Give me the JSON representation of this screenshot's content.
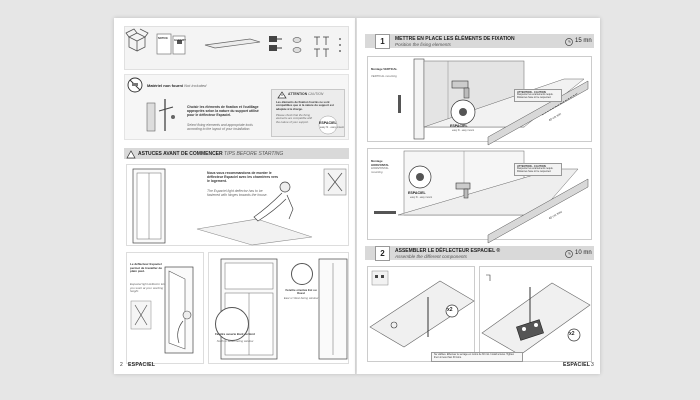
{
  "left_page": {
    "page_number": "2",
    "brand": "ESPACIEL",
    "not_included": {
      "label": "Matériel non fourni",
      "label_en": "Not included",
      "text_fr": "Choisir les éléments de fixation et l'outillage appropriés selon la nature du support utilisé pour le déflecteur Espaciel.",
      "text_en": "Select fixing elements and appropriate tools according to the layout of your installation."
    },
    "attention": {
      "title": "ATTENTION",
      "title_en": "CAUTION",
      "text_fr": "Les éléments de fixation fournis ne sont compatibles que si la nature du support est adaptée à la charge.",
      "text_en": "Please check that the fixing elements are compatible with the nature of your support.",
      "badge_brand": "ESPACIEL",
      "badge_sub": "easy fit · easy mount"
    },
    "parts_labels": [
      "NOTICE",
      "GABARIT"
    ],
    "tips": {
      "title": "ASTUCES AVANT DE COMMENCER",
      "title_en": "TIPS BEFORE STARTING",
      "text_fr": "Nous vous recommandons de monter le déflecteur Espaciel avec les charnières vers le logement.",
      "text_en": "The Espaciel light deflector has to be fastened with hinges towards the house."
    },
    "deflector_note": {
      "text_fr": "Le déflecteur Espaciel permet de travailler de plain pied.",
      "text_en": "Espaciel light deflector lets you work at your working height."
    },
    "window_labels": {
      "opening_left": "Fenêtre ouverte Bord ou Nord",
      "opening_left_en": "North or South facing window",
      "opening_right": "Fenêtre orientée Est ou Ouest",
      "opening_right_en": "East or West facing window"
    }
  },
  "right_page": {
    "page_number": "3",
    "brand": "ESPACIEL",
    "step1": {
      "number": "1",
      "title": "METTRE EN PLACE LES ÉLÉMENTS DE FIXATION",
      "subtitle": "Position the fixing elements",
      "time": "15 mn",
      "vertical_label": "Montage VERTICAL",
      "vertical_label_en": "VERTICAL mounting",
      "horizontal_label": "Montage HORIZONTAL",
      "horizontal_label_en": "HORIZONTAL mounting",
      "caution_title": "ATTENTION - CAUTION",
      "caution_text": "Respecter les écartements requis. Distances have to be respected.",
      "measure_a": "40 cm min",
      "measure_b": "40 cm max",
      "badge_brand": "ESPACIEL",
      "badge_sub": "easy fit · easy mount"
    },
    "step2": {
      "number": "2",
      "title": "ASSEMBLER LE DÉFLECTEUR ESPACIEL ®",
      "subtitle": "Assemble the different components",
      "time": "10 mn",
      "mult_a": "x2",
      "mult_b": "x2",
      "footnote": "Ne visibles. Effectuer le serrage en moins de 30 min. Install screws. Tighten them in less than 30 mins."
    }
  },
  "colors": {
    "background": "#e6e6e6",
    "page": "#ffffff",
    "header_band": "#d9d9d9",
    "ink": "#222222"
  },
  "icons": [
    "box-icon",
    "no-drill-icon",
    "warning-icon",
    "clock-icon",
    "drill-icon",
    "screw-icon",
    "espaciel-logo"
  ]
}
